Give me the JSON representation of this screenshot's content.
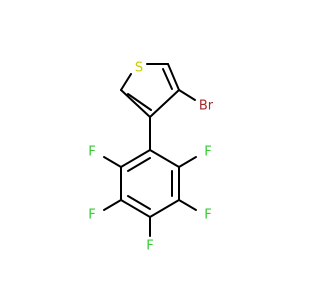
{
  "molecule": {
    "atoms": [
      {
        "id": "S",
        "label": "S",
        "color": "#CCCC00"
      },
      {
        "id": "Br",
        "label": "Br",
        "color": "#A52A2A"
      },
      {
        "id": "F1",
        "label": "F",
        "color": "#33CC33"
      },
      {
        "id": "F2",
        "label": "F",
        "color": "#33CC33"
      },
      {
        "id": "F3",
        "label": "F",
        "color": "#33CC33"
      },
      {
        "id": "F4",
        "label": "F",
        "color": "#33CC33"
      },
      {
        "id": "F5",
        "label": "F",
        "color": "#33CC33"
      }
    ],
    "bond_color": "#000000",
    "background": "#FFFFFF"
  }
}
